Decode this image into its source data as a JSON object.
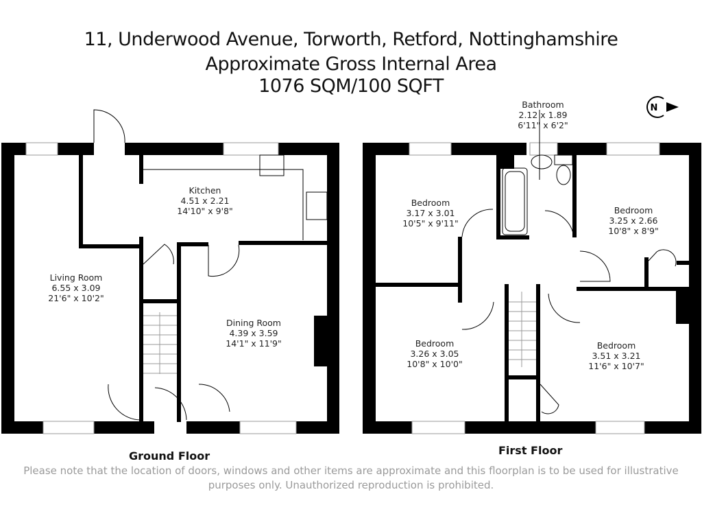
{
  "header": {
    "address": "11, Underwood Avenue, Torworth, Retford, Nottinghamshire",
    "subtitle": "Approximate Gross Internal Area",
    "area": "1076 SQM/100 SQFT"
  },
  "compass": {
    "label": "N",
    "icon": "north-arrow-icon"
  },
  "ground_floor": {
    "label": "Ground Floor",
    "rooms": [
      {
        "name": "Kitchen",
        "metric": "4.51 x 2.21",
        "imperial": "14'10\" x 9'8\""
      },
      {
        "name": "Living Room",
        "metric": "6.55 x 3.09",
        "imperial": "21'6\" x 10'2\""
      },
      {
        "name": "Dining Room",
        "metric": "4.39 x 3.59",
        "imperial": "14'1\" x 11'9\""
      }
    ]
  },
  "first_floor": {
    "label": "First Floor",
    "rooms": [
      {
        "name": "Bathroom",
        "metric": "2.12 x 1.89",
        "imperial": "6'11\" x 6'2\""
      },
      {
        "name": "Bedroom",
        "metric": "3.17 x 3.01",
        "imperial": "10'5\" x 9'11\""
      },
      {
        "name": "Bedroom",
        "metric": "3.25 x 2.66",
        "imperial": "10'8\" x 8'9\""
      },
      {
        "name": "Bedroom",
        "metric": "3.26 x 3.05",
        "imperial": "10'8\" x 10'0\""
      },
      {
        "name": "Bedroom",
        "metric": "3.51 x 3.21",
        "imperial": "11'6\" x 10'7\""
      }
    ]
  },
  "disclaimer": {
    "line1": "Please note that the location of doors, windows and other items are approximate and this floorplan is to be used for illustrative",
    "line2": "purposes only. Unauthorized reproduction is prohibited."
  },
  "colors": {
    "wall": "#000000",
    "text": "#111111",
    "disclaimer": "#9a9a9a",
    "window": "#ffffff"
  }
}
